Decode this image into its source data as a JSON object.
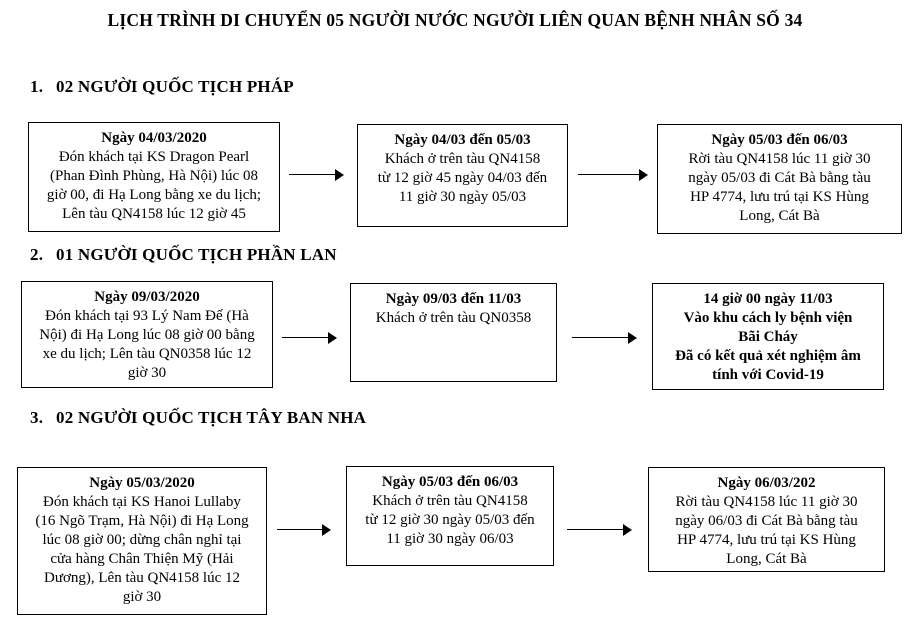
{
  "title": "LỊCH TRÌNH DI CHUYỂN 05 NGƯỜI NƯỚC NGƯỜI LIÊN QUAN BỆNH NHÂN SỐ 34",
  "colors": {
    "text": "#000000",
    "background": "#ffffff",
    "box_border": "#000000",
    "arrow": "#000000"
  },
  "sections": [
    {
      "number": "1.",
      "label": "02 NGƯỜI QUỐC TỊCH PHÁP",
      "boxes": [
        {
          "title": "Ngày 04/03/2020",
          "body": "Đón khách tại KS Dragon Pearl\n(Phan Đình Phùng, Hà Nội) lúc 08\ngiờ 00, đi Hạ Long bằng xe du lịch;\nLên tàu QN4158 lúc 12 giờ 45"
        },
        {
          "title": "Ngày 04/03 đến 05/03",
          "body": "Khách ở trên tàu QN4158\ntừ 12 giờ 45 ngày 04/03 đến\n11 giờ 30 ngày 05/03"
        },
        {
          "title": "Ngày 05/03 đến 06/03",
          "body": "Rời tàu QN4158 lúc 11 giờ 30\nngày 05/03 đi Cát Bà bằng tàu\nHP 4774, lưu trú tại KS Hùng\nLong, Cát Bà"
        }
      ]
    },
    {
      "number": "2.",
      "label": "01 NGƯỜI QUỐC TỊCH PHẦN LAN",
      "boxes": [
        {
          "title": "Ngày 09/03/2020",
          "body": "Đón khách tại 93 Lý Nam Đế (Hà\nNội) đi Hạ Long lúc 08 giờ 00 bằng\nxe du lịch; Lên tàu QN0358 lúc 12\ngiờ 30"
        },
        {
          "title": "Ngày 09/03 đến 11/03",
          "body": "Khách ở trên tàu QN0358"
        },
        {
          "title": "14 giờ 00 ngày 11/03",
          "body": "Vào khu cách ly bệnh viện\nBãi Cháy\nĐã có kết quả xét nghiệm âm\ntính với Covid-19"
        }
      ]
    },
    {
      "number": "3.",
      "label": "02 NGƯỜI QUỐC TỊCH TÂY BAN NHA",
      "boxes": [
        {
          "title": "Ngày 05/03/2020",
          "body": "Đón khách tại KS Hanoi Lullaby\n(16 Ngõ Trạm, Hà Nội) đi Hạ Long\nlúc 08 giờ 00; dừng chân nghỉ tại\ncửa hàng Chân Thiện Mỹ (Hải\nDương), Lên tàu QN4158 lúc 12\ngiờ 30"
        },
        {
          "title": "Ngày 05/03 đến 06/03",
          "body": "Khách ở trên tàu QN4158\ntừ 12 giờ 30 ngày 05/03 đến\n11 giờ 30 ngày 06/03"
        },
        {
          "title": "Ngày 06/03/202",
          "body": "Rời tàu QN4158 lúc 11 giờ 30\nngày 06/03 đi Cát Bà bằng tàu\nHP 4774, lưu trú tại KS Hùng\nLong, Cát Bà"
        }
      ]
    }
  ]
}
